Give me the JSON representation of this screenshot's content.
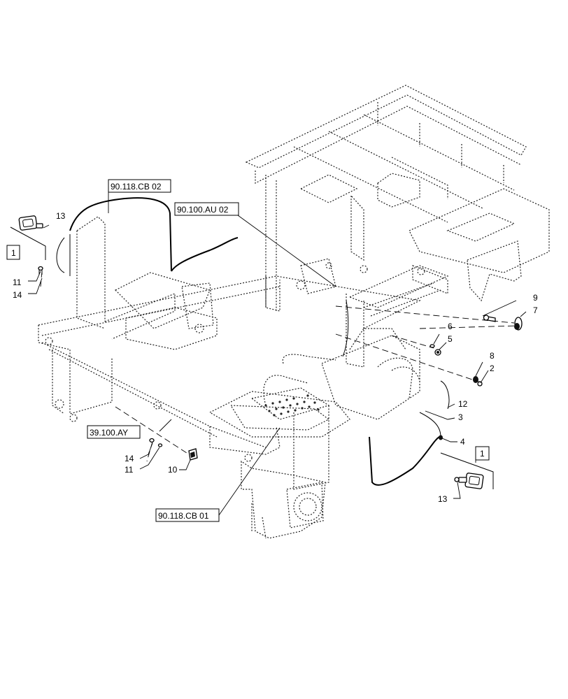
{
  "diagram": {
    "references": {
      "cb02": "90.118.CB 02",
      "au02": "90.100.AU 02",
      "ay": "39.100.AY",
      "cb01": "90.118.CB 01"
    },
    "item_boxes": {
      "left": "1",
      "right": "1"
    },
    "callouts": {
      "n13_top": "13",
      "n11_left": "11",
      "n14_left": "14",
      "n9": "9",
      "n7": "7",
      "n6": "6",
      "n5": "5",
      "n8": "8",
      "n2": "2",
      "n12": "12",
      "n3": "3",
      "n4": "4",
      "n14_mid": "14",
      "n11_mid": "11",
      "n10": "10",
      "n13_bottom": "13"
    }
  }
}
